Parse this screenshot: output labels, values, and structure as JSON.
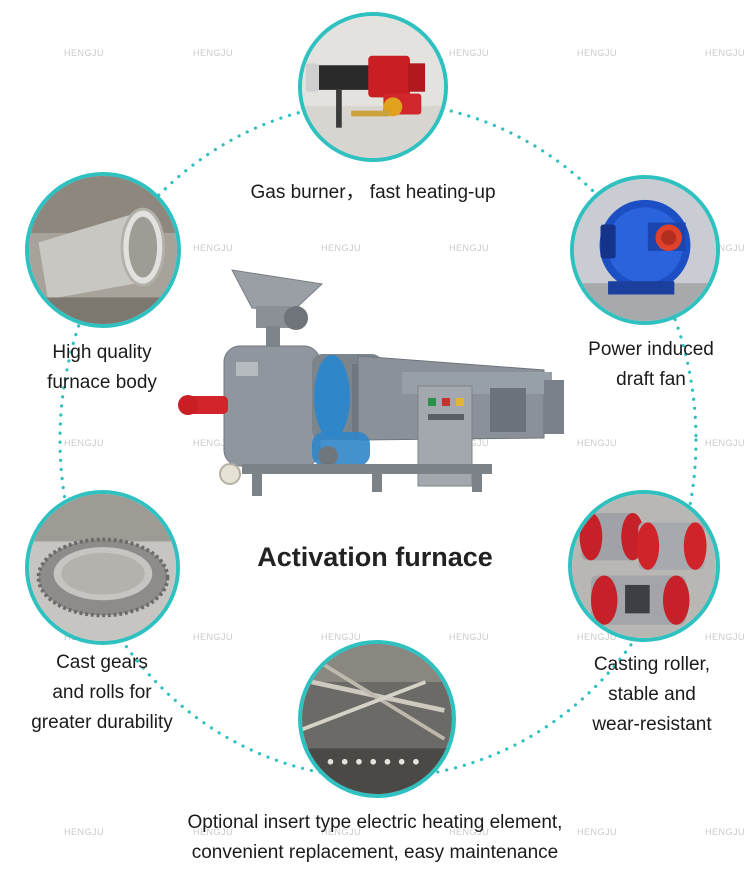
{
  "watermark_text": "HENGJU",
  "title": "Activation furnace",
  "features": {
    "gas_burner": {
      "line1": "Gas burner， fast heating-up"
    },
    "furnace_body": {
      "line1": "High quality",
      "line2": "furnace body"
    },
    "draft_fan": {
      "line1": "Power induced",
      "line2": "draft fan"
    },
    "cast_gears": {
      "line1": "Cast gears",
      "line2": "and rolls for",
      "line3": "greater durability"
    },
    "casting_roller": {
      "line1": "Casting roller,",
      "line2": "stable and",
      "line3": "wear-resistant"
    },
    "heating_element": {
      "line1": "Optional insert type electric heating element,",
      "line2": "convenient replacement, easy maintenance"
    }
  },
  "colors": {
    "ring": "#2fc0c0",
    "machine": "#8e959c",
    "belt_guard": "#2f86c9",
    "burner_red": "#d3232b"
  }
}
